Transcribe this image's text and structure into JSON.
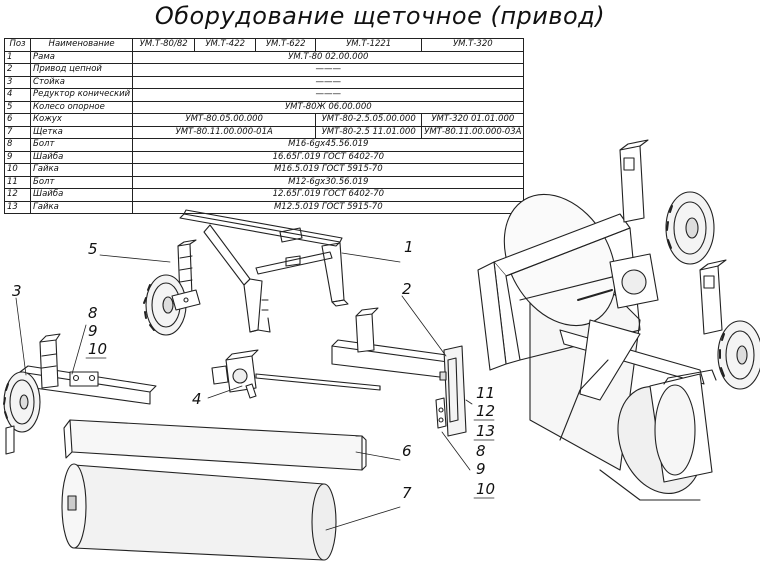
{
  "title": "Оборудование щеточное (привод)",
  "table": {
    "headers": [
      "Поз",
      "Наименование",
      "УМ.Т-80/82",
      "УМ.Т-422",
      "УМ.Т-622",
      "УМ.Т-1221",
      "УМ.Т-320"
    ],
    "rows": [
      {
        "pos": "1",
        "name": "Рама",
        "cells": [
          {
            "span": 5,
            "text": "УМ.Т-80 02.00.000"
          }
        ]
      },
      {
        "pos": "2",
        "name": "Привод цепной",
        "cells": [
          {
            "span": 5,
            "text": "———"
          }
        ]
      },
      {
        "pos": "3",
        "name": "Стойка",
        "cells": [
          {
            "span": 5,
            "text": "———"
          }
        ]
      },
      {
        "pos": "4",
        "name": "Редуктор конический",
        "cells": [
          {
            "span": 5,
            "text": "———"
          }
        ]
      },
      {
        "pos": "5",
        "name": "Колесо опорное",
        "cells": [
          {
            "span": 5,
            "text": "УМТ-80Ж 06.00.000"
          }
        ]
      },
      {
        "pos": "6",
        "name": "Кожух",
        "cells": [
          {
            "span": 3,
            "text": "УМТ-80.05.00.000"
          },
          {
            "span": 1,
            "text": "УМТ-80-2.5.05.00.000"
          },
          {
            "span": 1,
            "text": "УМТ-320 01.01.000"
          }
        ]
      },
      {
        "pos": "7",
        "name": "Щетка",
        "cells": [
          {
            "span": 3,
            "text": "УМТ-80.11.00.000-01А"
          },
          {
            "span": 1,
            "text": "УМТ-80-2.5 11.01.000"
          },
          {
            "span": 1,
            "text": "УМТ-80.11.00.000-03А"
          }
        ]
      },
      {
        "pos": "8",
        "name": "Болт",
        "cells": [
          {
            "span": 5,
            "text": "М16-6gх45.56.019"
          }
        ]
      },
      {
        "pos": "9",
        "name": "Шайба",
        "cells": [
          {
            "span": 5,
            "text": "16.65Г.019 ГОСТ 6402-70"
          }
        ]
      },
      {
        "pos": "10",
        "name": "Гайка",
        "cells": [
          {
            "span": 5,
            "text": "М16.5.019 ГОСТ 5915-70"
          }
        ]
      },
      {
        "pos": "11",
        "name": "Болт",
        "cells": [
          {
            "span": 5,
            "text": "М12-6gх30.56.019"
          }
        ]
      },
      {
        "pos": "12",
        "name": "Шайба",
        "cells": [
          {
            "span": 5,
            "text": "12.65Г.019 ГОСТ 6402-70"
          }
        ]
      },
      {
        "pos": "13",
        "name": "Гайка",
        "cells": [
          {
            "span": 5,
            "text": "М12.5.019 ГОСТ 5915-70"
          }
        ]
      }
    ]
  },
  "callouts": {
    "c1": "1",
    "c2": "2",
    "c3": "3",
    "c4": "4",
    "c5": "5",
    "c6": "6",
    "c7": "7",
    "c8a": "8",
    "c9a": "9",
    "c10a": "10",
    "c11": "11",
    "c12": "12",
    "c13": "13",
    "c8b": "8",
    "c9b": "9",
    "c10b": "10"
  }
}
